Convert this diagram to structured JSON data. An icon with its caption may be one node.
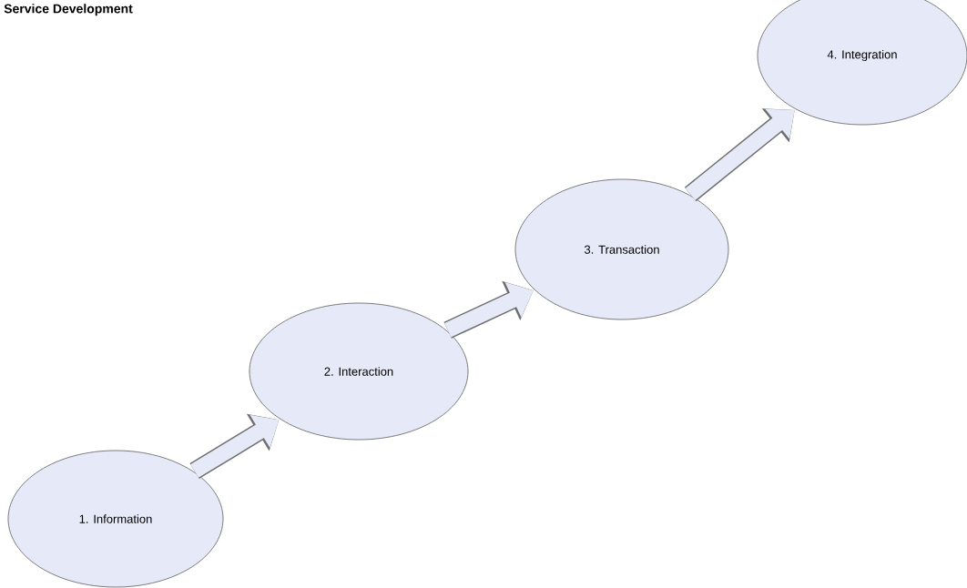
{
  "diagram": {
    "title": "Service Development",
    "nodes": [
      {
        "text": [
          "1. Information"
        ]
      },
      {
        "text": [
          "2. Interaction"
        ]
      },
      {
        "text": [
          "3. Transaction"
        ]
      },
      {
        "text": [
          "4. Integration"
        ]
      }
    ],
    "edges": [
      {
        "from": 0,
        "to": 1,
        "arrow": "to"
      },
      {
        "from": 1,
        "to": 2,
        "arrow": "to"
      },
      {
        "from": 2,
        "to": 3,
        "arrow": "to"
      }
    ]
  }
}
